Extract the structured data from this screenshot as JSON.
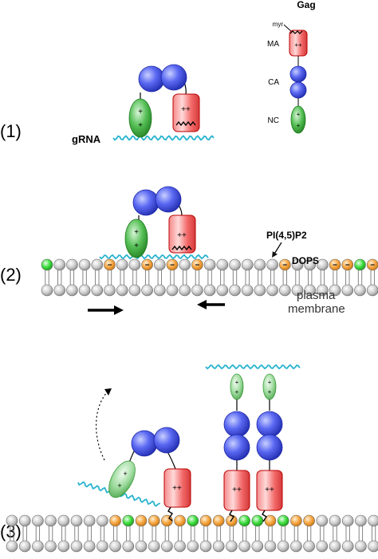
{
  "legend": {
    "title": "Gag",
    "myr": "myr",
    "ma": "MA",
    "ca": "CA",
    "nc": "NC",
    "ma_charge": "++",
    "nc_charge_top": "+",
    "nc_charge_bottom": "+"
  },
  "steps": {
    "step1": "(1)",
    "step2": "(2)",
    "step3": "(3)"
  },
  "labels": {
    "grna": "gRNA",
    "pip2": "PI(4,5)P2",
    "dops": "DOPS",
    "membrane_line1": "plasma",
    "membrane_line2": "membrane"
  },
  "charges": {
    "plus": "+",
    "plusplus": "++",
    "minus": "−"
  },
  "colors": {
    "ca_blue": "#4f5ef0",
    "ma_red": "#f25b5b",
    "nc_green": "#3fae3f",
    "rna_cyan": "#2ab4cf",
    "lipid_gray": "#c8c8c8",
    "lipid_orange": "#f5a540",
    "lipid_green": "#3ddc3d"
  }
}
